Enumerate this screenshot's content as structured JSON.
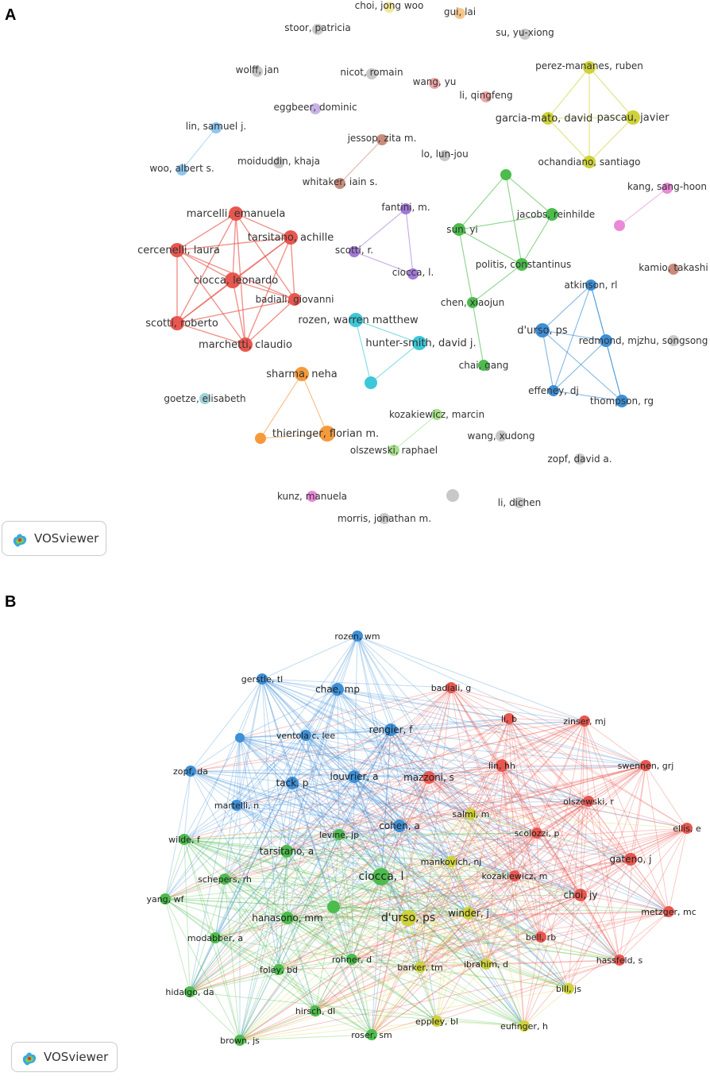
{
  "panels": [
    {
      "letter": "A",
      "logo_text": "VOSviewer"
    },
    {
      "letter": "B",
      "logo_text": "VOSviewer"
    }
  ],
  "colors": {
    "red": "#e8574f",
    "green": "#4cbc4c",
    "blue": "#3d8fd6",
    "lightblue": "#8ec6ef",
    "cyan": "#3cc8d8",
    "orange": "#f59a3c",
    "yellow": "#cfd23a",
    "purple": "#a179d6",
    "lilac": "#c9b3e6",
    "brown": "#c88c7c",
    "pink": "#e98ad8",
    "lightpink": "#f0a6a6",
    "peach": "#f7c68c",
    "lightgreen": "#a7e08a",
    "lightyellow": "#f1e79b",
    "grey": "#c8c8c8",
    "teal": "#9fd3d9"
  },
  "networkA": {
    "nodes": [
      {
        "label": "choi, jong woo",
        "color": "lightyellow",
        "size": 7
      },
      {
        "label": "gui, lai",
        "color": "peach",
        "size": 7
      },
      {
        "label": "stoor, patricia",
        "color": "grey",
        "size": 7
      },
      {
        "label": "su, yu-xiong",
        "color": "grey",
        "size": 7
      },
      {
        "label": "wolff, jan",
        "color": "grey",
        "size": 7
      },
      {
        "label": "nicot, romain",
        "color": "grey",
        "size": 7
      },
      {
        "label": "wang, yu",
        "color": "lightpink",
        "size": 7
      },
      {
        "label": "li, qingfeng",
        "color": "lightpink",
        "size": 7
      },
      {
        "label": "perez-mananes, ruben",
        "color": "yellow",
        "size": 8
      },
      {
        "label": "garcia-mato, david",
        "color": "yellow",
        "size": 8
      },
      {
        "label": "pascau, javier",
        "color": "yellow",
        "size": 9
      },
      {
        "label": "ochandiano, santiago",
        "color": "yellow",
        "size": 8
      },
      {
        "label": "eggbeer, dominic",
        "color": "lilac",
        "size": 7
      },
      {
        "label": "lin, samuel j.",
        "color": "lightblue",
        "size": 7
      },
      {
        "label": "woo, albert s.",
        "color": "lightblue",
        "size": 7
      },
      {
        "label": "moiduddin, khaja",
        "color": "grey",
        "size": 7
      },
      {
        "label": "jessop, zita m.",
        "color": "brown",
        "size": 7
      },
      {
        "label": "whitaker, iain s.",
        "color": "brown",
        "size": 7
      },
      {
        "label": "lo, lun-jou",
        "color": "grey",
        "size": 7
      },
      {
        "label": "kang, sang-hoon",
        "color": "pink",
        "size": 7
      },
      {
        "label": "",
        "color": "pink",
        "size": 7
      },
      {
        "label": "marcelli, emanuela",
        "color": "red",
        "size": 9
      },
      {
        "label": "tarsitano, achille",
        "color": "red",
        "size": 9
      },
      {
        "label": "cercenelli, laura",
        "color": "red",
        "size": 9
      },
      {
        "label": "ciocca, leonardo",
        "color": "red",
        "size": 10
      },
      {
        "label": "badiali, giovanni",
        "color": "red",
        "size": 8
      },
      {
        "label": "scotti, roberto",
        "color": "red",
        "size": 9
      },
      {
        "label": "marchetti, claudio",
        "color": "red",
        "size": 9
      },
      {
        "label": "fantini, m.",
        "color": "purple",
        "size": 7
      },
      {
        "label": "scotti, r.",
        "color": "purple",
        "size": 7
      },
      {
        "label": "ciocca, l.",
        "color": "purple",
        "size": 7
      },
      {
        "label": "",
        "color": "green",
        "size": 7
      },
      {
        "label": "jacobs, reinhilde",
        "color": "green",
        "size": 8
      },
      {
        "label": "sun, yi",
        "color": "green",
        "size": 8
      },
      {
        "label": "politis, constantinus",
        "color": "green",
        "size": 8
      },
      {
        "label": "chen, xiaojun",
        "color": "green",
        "size": 7
      },
      {
        "label": "chai, gang",
        "color": "green",
        "size": 7
      },
      {
        "label": "kamio, takashi",
        "color": "brown",
        "size": 7
      },
      {
        "label": "atkinson, rl",
        "color": "blue",
        "size": 7
      },
      {
        "label": "d'urso, ps",
        "color": "blue",
        "size": 9
      },
      {
        "label": "redmond, mj",
        "color": "blue",
        "size": 8
      },
      {
        "label": "zhu, songsong",
        "color": "grey",
        "size": 7
      },
      {
        "label": "effeney, dj",
        "color": "blue",
        "size": 7
      },
      {
        "label": "thompson, rg",
        "color": "blue",
        "size": 8
      },
      {
        "label": "rozen, warren matthew",
        "color": "cyan",
        "size": 9
      },
      {
        "label": "hunter-smith, david j.",
        "color": "cyan",
        "size": 9
      },
      {
        "label": "",
        "color": "cyan",
        "size": 8
      },
      {
        "label": "sharma, neha",
        "color": "orange",
        "size": 9
      },
      {
        "label": "thieringer, florian m.",
        "color": "orange",
        "size": 10
      },
      {
        "label": "",
        "color": "orange",
        "size": 7
      },
      {
        "label": "goetze, elisabeth",
        "color": "teal",
        "size": 7
      },
      {
        "label": "kozakiewicz, marcin",
        "color": "lightgreen",
        "size": 7
      },
      {
        "label": "olszewski, raphael",
        "color": "lightgreen",
        "size": 7
      },
      {
        "label": "wang, xudong",
        "color": "grey",
        "size": 7
      },
      {
        "label": "zopf, david a.",
        "color": "grey",
        "size": 7
      },
      {
        "label": "kunz, manuela",
        "color": "pink",
        "size": 7
      },
      {
        "label": "",
        "color": "grey",
        "size": 8
      },
      {
        "label": "li, dichen",
        "color": "grey",
        "size": 7
      },
      {
        "label": "morris, jonathan m.",
        "color": "grey",
        "size": 7
      }
    ],
    "edges": [
      [
        8,
        9
      ],
      [
        8,
        10
      ],
      [
        8,
        11
      ],
      [
        9,
        10
      ],
      [
        9,
        11
      ],
      [
        10,
        11
      ],
      [
        13,
        14
      ],
      [
        16,
        17
      ],
      [
        19,
        20
      ],
      [
        21,
        22
      ],
      [
        21,
        23
      ],
      [
        21,
        24
      ],
      [
        21,
        25
      ],
      [
        21,
        26
      ],
      [
        21,
        27
      ],
      [
        22,
        23
      ],
      [
        22,
        24
      ],
      [
        22,
        25
      ],
      [
        22,
        26
      ],
      [
        22,
        27
      ],
      [
        23,
        24
      ],
      [
        23,
        25
      ],
      [
        23,
        26
      ],
      [
        23,
        27
      ],
      [
        24,
        25
      ],
      [
        24,
        26
      ],
      [
        24,
        27
      ],
      [
        25,
        26
      ],
      [
        25,
        27
      ],
      [
        26,
        27
      ],
      [
        28,
        29
      ],
      [
        28,
        30
      ],
      [
        29,
        30
      ],
      [
        31,
        32
      ],
      [
        31,
        33
      ],
      [
        31,
        34
      ],
      [
        32,
        33
      ],
      [
        32,
        34
      ],
      [
        33,
        34
      ],
      [
        33,
        35
      ],
      [
        34,
        35
      ],
      [
        35,
        36
      ],
      [
        38,
        39
      ],
      [
        38,
        40
      ],
      [
        38,
        42
      ],
      [
        38,
        43
      ],
      [
        39,
        40
      ],
      [
        39,
        42
      ],
      [
        39,
        43
      ],
      [
        40,
        42
      ],
      [
        40,
        43
      ],
      [
        42,
        43
      ],
      [
        44,
        45
      ],
      [
        44,
        46
      ],
      [
        45,
        46
      ],
      [
        47,
        48
      ],
      [
        47,
        49
      ],
      [
        48,
        49
      ],
      [
        51,
        52
      ]
    ]
  },
  "networkB": {
    "nodes": [
      {
        "label": "rozen, wm",
        "color": "blue",
        "size": 7
      },
      {
        "label": "gerstle, tl",
        "color": "blue",
        "size": 7
      },
      {
        "label": "chae, mp",
        "color": "blue",
        "size": 8
      },
      {
        "label": "badiali, g",
        "color": "red",
        "size": 7
      },
      {
        "label": "rengier, f",
        "color": "blue",
        "size": 8
      },
      {
        "label": "ventola c, lee",
        "color": "blue",
        "size": 7
      },
      {
        "label": "",
        "color": "blue",
        "size": 6
      },
      {
        "label": "li, b",
        "color": "red",
        "size": 7
      },
      {
        "label": "zinser, mj",
        "color": "red",
        "size": 7
      },
      {
        "label": "zopf, da",
        "color": "blue",
        "size": 7
      },
      {
        "label": "tack, p",
        "color": "blue",
        "size": 8
      },
      {
        "label": "louvrier, a",
        "color": "blue",
        "size": 8
      },
      {
        "label": "mazzoni, s",
        "color": "red",
        "size": 8
      },
      {
        "label": "lin, hh",
        "color": "red",
        "size": 8
      },
      {
        "label": "swennen, grj",
        "color": "red",
        "size": 7
      },
      {
        "label": "martelli, n",
        "color": "blue",
        "size": 7
      },
      {
        "label": "olszewski, r",
        "color": "red",
        "size": 7
      },
      {
        "label": "salmi, m",
        "color": "yellow",
        "size": 7
      },
      {
        "label": "ellis, e",
        "color": "red",
        "size": 7
      },
      {
        "label": "wilde, f",
        "color": "green",
        "size": 7
      },
      {
        "label": "cohen, a",
        "color": "blue",
        "size": 8
      },
      {
        "label": "levine, jp",
        "color": "green",
        "size": 7
      },
      {
        "label": "scolozzi, p",
        "color": "red",
        "size": 7
      },
      {
        "label": "tarsitano, a",
        "color": "green",
        "size": 8
      },
      {
        "label": "mankovich, nj",
        "color": "yellow",
        "size": 7
      },
      {
        "label": "gateno, j",
        "color": "red",
        "size": 8
      },
      {
        "label": "schepers, rh",
        "color": "green",
        "size": 7
      },
      {
        "label": "ciocca, l",
        "color": "green",
        "size": 11
      },
      {
        "label": "kozakiewicz, m",
        "color": "red",
        "size": 7
      },
      {
        "label": "yang, wf",
        "color": "green",
        "size": 7
      },
      {
        "label": "choi, jy",
        "color": "red",
        "size": 8
      },
      {
        "label": "",
        "color": "green",
        "size": 8
      },
      {
        "label": "metzger, mc",
        "color": "red",
        "size": 7
      },
      {
        "label": "hanasono, mm",
        "color": "green",
        "size": 8
      },
      {
        "label": "d'urso, ps",
        "color": "yellow",
        "size": 10
      },
      {
        "label": "winder, j",
        "color": "yellow",
        "size": 8
      },
      {
        "label": "modabber, a",
        "color": "green",
        "size": 7
      },
      {
        "label": "bell, rb",
        "color": "red",
        "size": 7
      },
      {
        "label": "hassfeld, s",
        "color": "red",
        "size": 7
      },
      {
        "label": "rohner, d",
        "color": "green",
        "size": 7
      },
      {
        "label": "foley, bd",
        "color": "green",
        "size": 7
      },
      {
        "label": "barker, tm",
        "color": "yellow",
        "size": 7
      },
      {
        "label": "ibrahim, d",
        "color": "yellow",
        "size": 7
      },
      {
        "label": "hidalgo, da",
        "color": "green",
        "size": 7
      },
      {
        "label": "bill, js",
        "color": "yellow",
        "size": 7
      },
      {
        "label": "hirsch, dl",
        "color": "green",
        "size": 7
      },
      {
        "label": "eppley, bl",
        "color": "yellow",
        "size": 7
      },
      {
        "label": "eufinger, h",
        "color": "yellow",
        "size": 7
      },
      {
        "label": "brown, js",
        "color": "green",
        "size": 7
      },
      {
        "label": "roser, sm",
        "color": "green",
        "size": 7
      }
    ]
  }
}
